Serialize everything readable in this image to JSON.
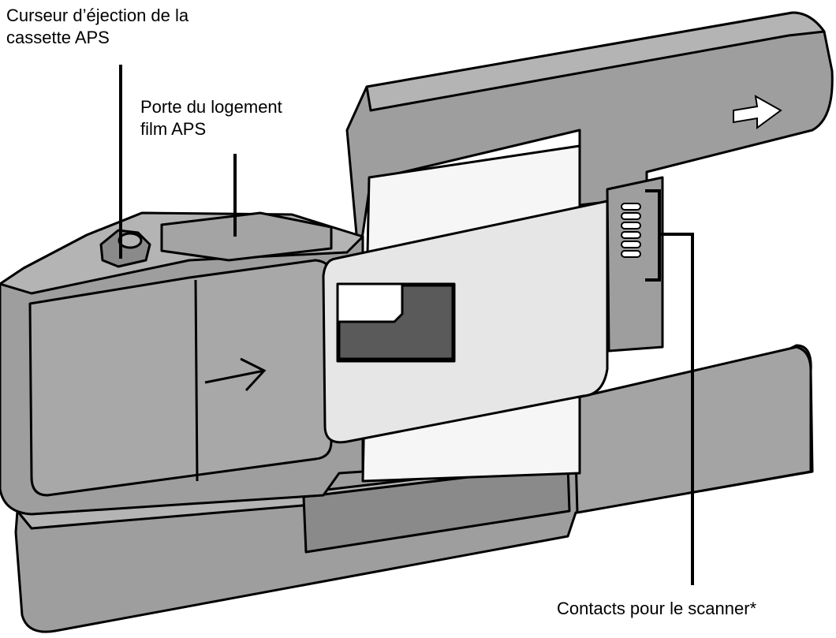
{
  "callouts": {
    "eject_slider": {
      "line1": "Curseur d’éjection de la",
      "line2": "cassette APS"
    },
    "film_door": {
      "line1": "Porte du logement",
      "line2": "film APS"
    },
    "scanner_contacts": {
      "text": "Contacts pour le scanner*"
    }
  },
  "colors": {
    "body_gray": "#9e9e9e",
    "top_gray": "#b4b4b4",
    "shadow_gray": "#7c7c7c",
    "panel_light": "#e6e6e6",
    "film_white": "#f6f6f6",
    "window_dark": "#5a5a5a",
    "outline": "#000000"
  },
  "icons": [
    "arrow-right-icon",
    "arrow-outline-icon"
  ]
}
